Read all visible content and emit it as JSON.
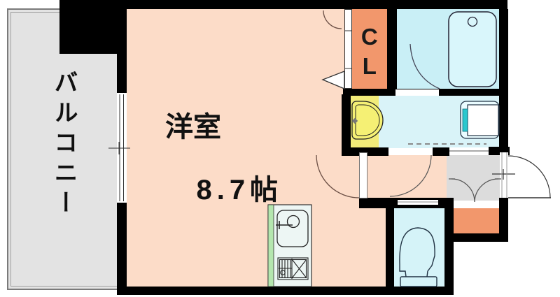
{
  "floorplan": {
    "title": "apartment-floorplan",
    "rooms": {
      "balcony": {
        "label": "バルコニー"
      },
      "main_room": {
        "label": "洋室",
        "area": "8.7帖"
      },
      "closet": {
        "label": "CL"
      },
      "bathroom": {
        "label": ""
      },
      "washroom": {
        "label": ""
      },
      "toilet": {
        "label": ""
      },
      "entry": {
        "label": ""
      }
    },
    "fixtures": [
      "bathtub",
      "washbasin",
      "washing-machine-pan",
      "toilet",
      "kitchen-sink",
      "gas-stove",
      "shoe-cabinet",
      "sliding-window",
      "folding-closet-door",
      "entrance-door"
    ],
    "colors": {
      "room_pink": "#fcdcc8",
      "closet_orange": "#f2976c",
      "bath_cyan": "#c9eff6",
      "washroom_cyan": "#d9f3f8",
      "toilet_cyan": "#d5f3f8",
      "basin_yellow": "#f1eb79",
      "kitchen_green": "#b4e6ae",
      "balcony_gray": "#e3e3e3",
      "entry_gray": "#dcdcdc",
      "washer_teal": "#2bc8cd",
      "wall_black": "#000000"
    }
  }
}
